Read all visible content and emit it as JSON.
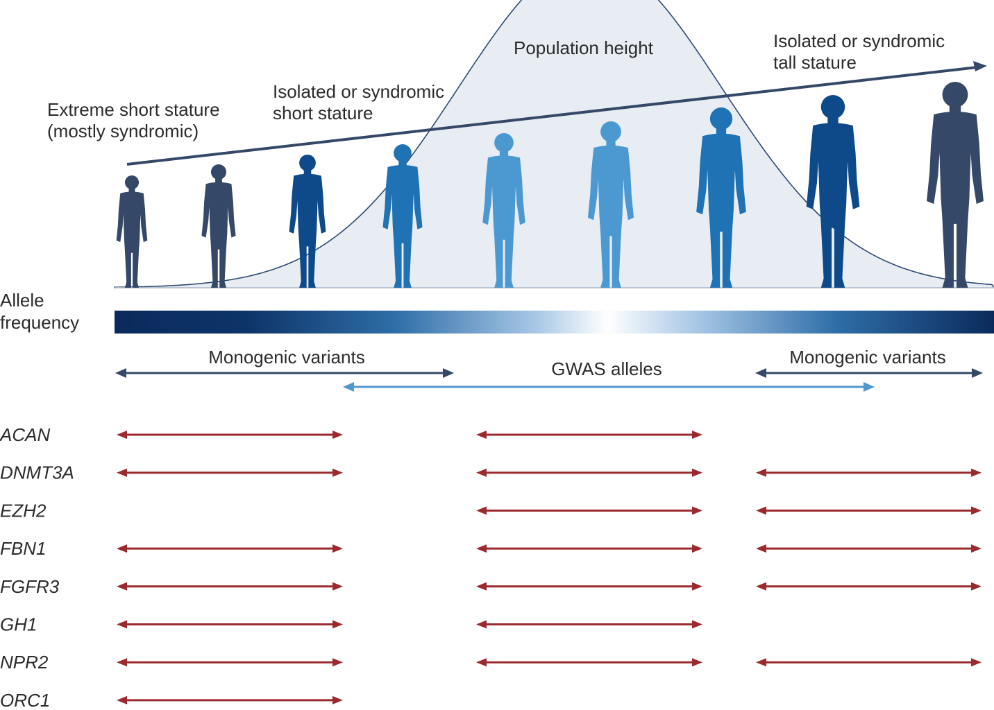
{
  "labels": {
    "extreme_short": [
      "Extreme short stature",
      "(mostly syndromic)"
    ],
    "short": [
      "Isolated or syndromic",
      "short stature"
    ],
    "population": "Population height",
    "tall": [
      "Isolated or syndromic",
      "tall stature"
    ],
    "allele": [
      "Allele",
      "frequency"
    ],
    "monogenic_left": "Monogenic variants",
    "gwas": "GWAS alleles",
    "monogenic_right": "Monogenic variants"
  },
  "colors": {
    "navy": "#354867",
    "dark_blue": "#0e4a8a",
    "mid_blue": "#1f72b4",
    "light_blue": "#4c98d0",
    "gene_arrow": "#9b2a2f",
    "gwas_arrow": "#4f97cc",
    "curve_fill": "#e8edf3"
  },
  "figures": [
    {
      "tone": "navy"
    },
    {
      "tone": "navy"
    },
    {
      "tone": "dark_blue"
    },
    {
      "tone": "mid_blue"
    },
    {
      "tone": "light_blue"
    },
    {
      "tone": "light_blue"
    },
    {
      "tone": "mid_blue"
    },
    {
      "tone": "dark_blue"
    },
    {
      "tone": "navy"
    }
  ],
  "genes": [
    {
      "name": "ACAN",
      "short": true,
      "gwas": true,
      "tall": false
    },
    {
      "name": "DNMT3A",
      "short": true,
      "gwas": true,
      "tall": true
    },
    {
      "name": "EZH2",
      "short": false,
      "gwas": true,
      "tall": true
    },
    {
      "name": "FBN1",
      "short": true,
      "gwas": true,
      "tall": true
    },
    {
      "name": "FGFR3",
      "short": true,
      "gwas": true,
      "tall": true
    },
    {
      "name": "GH1",
      "short": true,
      "gwas": true,
      "tall": false
    },
    {
      "name": "NPR2",
      "short": true,
      "gwas": true,
      "tall": true
    },
    {
      "name": "ORC1",
      "short": true,
      "gwas": false,
      "tall": false
    }
  ]
}
